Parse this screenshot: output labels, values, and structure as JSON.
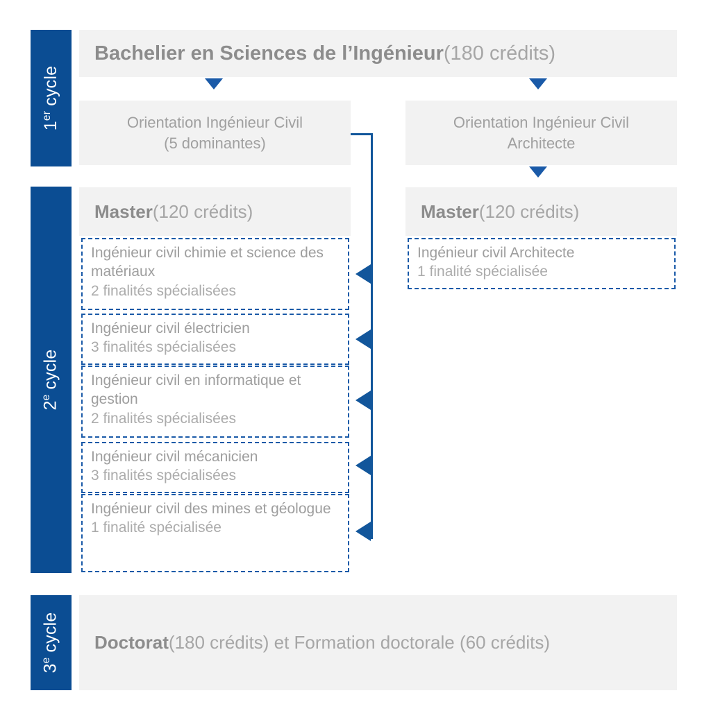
{
  "cycles": [
    {
      "id": "cycle-1",
      "label_main": "1",
      "label_sup": "er",
      "label_rest": " cycle",
      "color": "#0B4D93"
    },
    {
      "id": "cycle-2",
      "label_main": "2",
      "label_sup": "e",
      "label_rest": " cycle",
      "color": "#0B4D93"
    },
    {
      "id": "cycle-3",
      "label_main": "3",
      "label_sup": "e",
      "label_rest": " cycle",
      "color": "#0B4D93"
    }
  ],
  "bachelor": {
    "strong": "Bachelier en Sciences de l’Ingénieur",
    "normal": " (180 crédits)"
  },
  "orientations": {
    "left": "Orientation Ingénieur Civil\n(5 dominantes)",
    "left_line1": "Orientation Ingénieur Civil",
    "left_line2": "(5 dominantes)",
    "right_line1": "Orientation Ingénieur Civil",
    "right_line2": "Architecte"
  },
  "masters": {
    "left": {
      "strong": "Master",
      "normal": " (120 crédits)"
    },
    "right": {
      "strong": "Master",
      "normal": " (120 crédits)"
    }
  },
  "programs_left": [
    {
      "name": "Ingénieur civil chimie et science des matériaux",
      "finalites": "2 finalités spécialisées"
    },
    {
      "name": "Ingénieur civil électricien",
      "finalites": "3 finalités spécialisées"
    },
    {
      "name": "Ingénieur civil en informatique et gestion",
      "finalites": "2 finalités spécialisées"
    },
    {
      "name": "Ingénieur civil mécanicien",
      "finalites": "3 finalités spécialisées"
    },
    {
      "name": "Ingénieur civil des mines et géologue",
      "finalites": "1 finalité spécialisée"
    }
  ],
  "programs_right": [
    {
      "name": "Ingénieur civil Architecte",
      "finalites": "1 finalité spécialisée"
    }
  ],
  "doctorat": {
    "strong": "Doctorat",
    "normal": " (180 crédits) et Formation doctorale (60 crédits)"
  },
  "colors": {
    "blue": "#0B4D93",
    "blue_line": "#12569B",
    "dashed_border": "#1A5AA8",
    "grey_box": "#F2F2F2",
    "text_grey": "#A0A0A0",
    "text_grey_strong": "#8C8C8C",
    "background": "#FFFFFF"
  }
}
